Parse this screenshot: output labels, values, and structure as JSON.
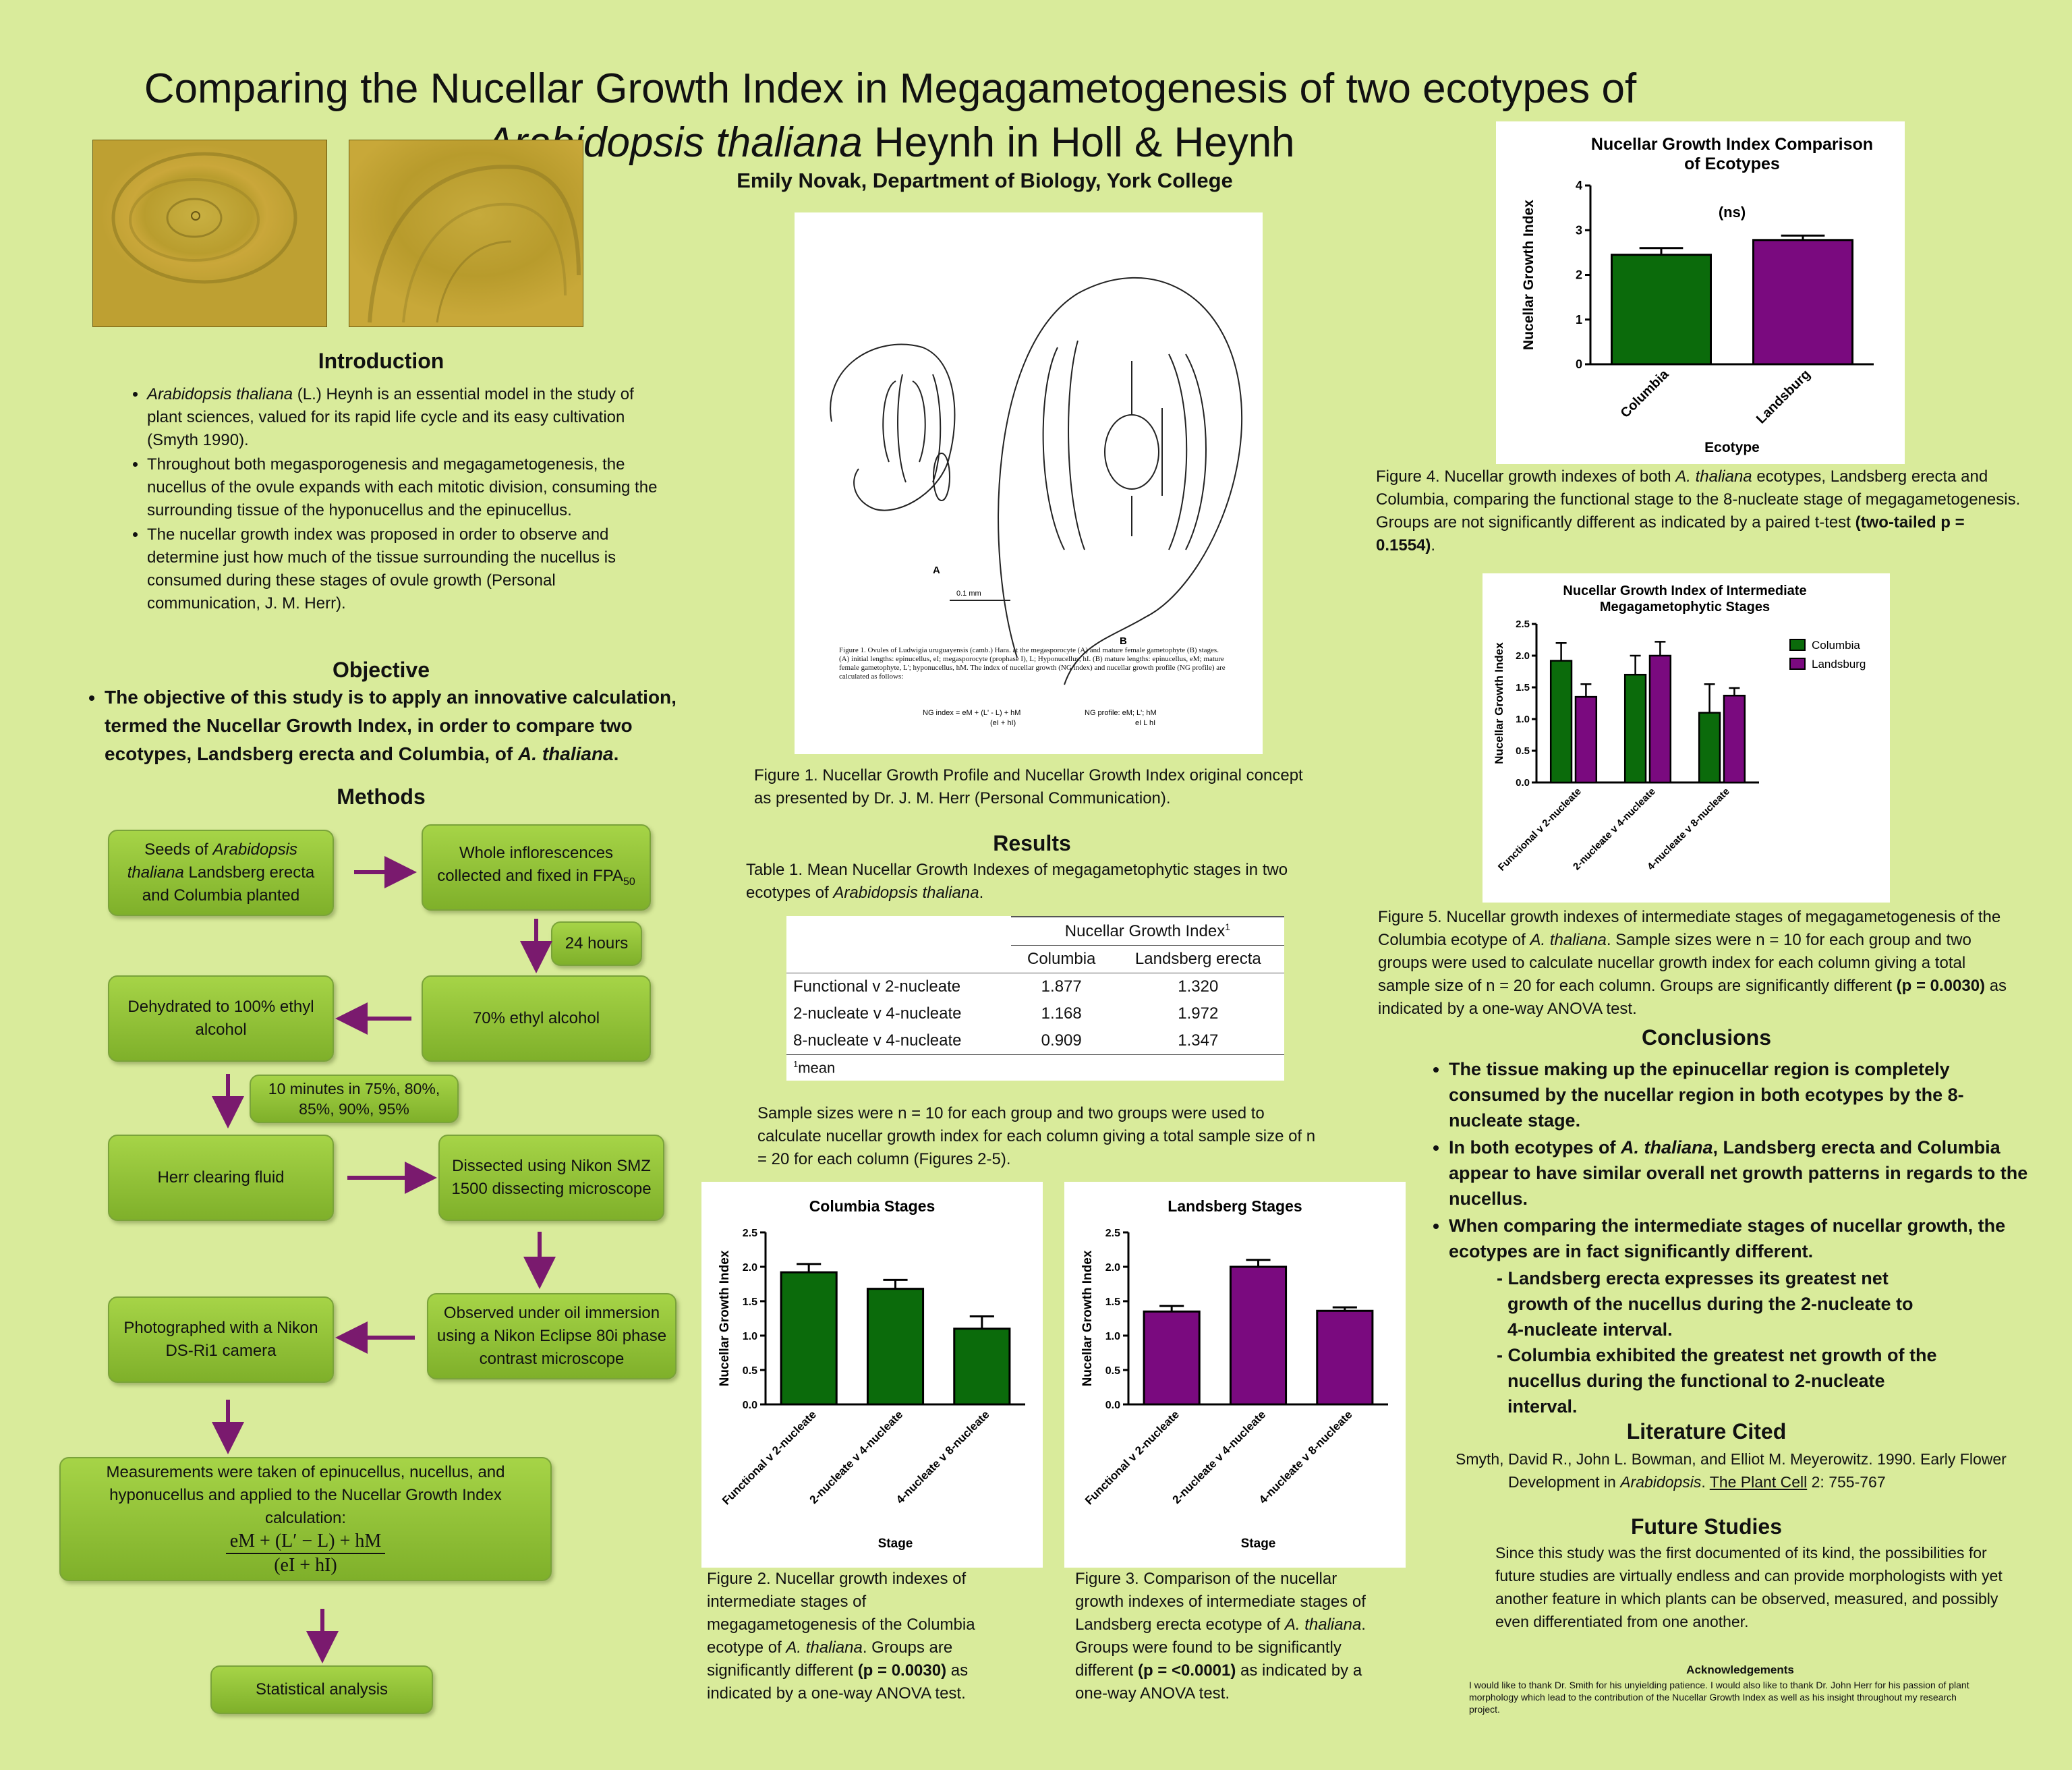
{
  "title": {
    "line1": "Comparing the Nucellar Growth Index in Megagametogenesis of two ecotypes of",
    "line2_italic": "Arabidopsis thaliana",
    "line2_rest": " Heynh in Holl & Heynh"
  },
  "author": "Emily Novak, Department of Biology, York College",
  "intro": {
    "heading": "Introduction",
    "b1_italic": "Arabidopsis thaliana",
    "b1_rest": " (L.) Heynh is an essential model in the study of plant sciences, valued for its rapid life cycle and its easy cultivation (Smyth 1990).",
    "b2": "Throughout both megasporogenesis and megagametogenesis, the nucellus of the ovule expands with each mitotic division, consuming the surrounding tissue of the hyponucellus and the epinucellus.",
    "b3": "The nucellar growth index was proposed in order to observe and determine just how much of the tissue surrounding the nucellus is consumed during these stages of ovule growth (Personal communication, J. M. Herr)."
  },
  "objective": {
    "heading": "Objective",
    "text_a": "The objective of this study is to apply an innovative calculation, termed the Nucellar Growth Index, in order to compare two ecotypes, Landsberg erecta and Columbia, of ",
    "text_italic": "A. thaliana",
    "text_b": "."
  },
  "methods": {
    "heading": "Methods",
    "seeds_a": "Seeds of ",
    "seeds_i": "Arabidopsis thaliana",
    "seeds_b": " Landsberg erecta and Columbia planted",
    "inflor": "Whole inflorescences collected and fixed in FPA",
    "inflor_sub": "50",
    "hours": "24 hours",
    "ethyl70": "70% ethyl alcohol",
    "dehyd": "Dehydrated to 100% ethyl alcohol",
    "minutes": "10 minutes in 75%, 80%, 85%, 90%, 95%",
    "herr": "Herr clearing fluid",
    "dissect": "Dissected using Nikon SMZ 1500 dissecting microscope",
    "observed": "Observed under oil immersion using a Nikon Eclipse 80i phase contrast microscope",
    "photo": "Photographed with a Nikon DS-Ri1 camera",
    "measure": "Measurements were taken of epinucellus, nucellus, and hyponucellus and applied to the Nucellar Growth Index calculation:",
    "formula_num": "eM + (L′ − L) + hM",
    "formula_den": "(eI + hI)",
    "stats": "Statistical analysis"
  },
  "fig1": {
    "caption": "Figure 1. Nucellar Growth Profile and Nucellar Growth Index original concept as presented by Dr. J. M. Herr (Personal Communication).",
    "inner_caption": "Figure 1. Ovules of Ludwigia uruguayensis (camb.) Hara. at the megasporocyte (A) and mature female gametophyte (B) stages. (A) initial lengths: epinucellus, eI; megasporocyte (prophase I), L; Hyponucellus, hI. (B) mature lengths: epinucellus, eM; mature female gametophyte, L'; hyponucellus, hM. The index of nucellar growth (NG index) and nucellar growth profile (NG profile) are calculated as follows:",
    "ng_index": "NG index = eM + (L' - L) + hM",
    "ng_index_den": "(eI + hI)",
    "ng_profile": "NG profile: eM; L'; hM",
    "ng_profile_den": "eI   L   hI",
    "label_a": "A",
    "label_b": "B",
    "scale": "0.1 mm"
  },
  "results": {
    "heading": "Results",
    "table_caption_a": "Table 1. Mean Nucellar Growth Indexes of megagametophytic  stages in two ecotypes of ",
    "table_caption_i": "Arabidopsis  thaliana",
    "table_caption_b": ".",
    "table": {
      "group_header": "Nucellar Growth Index",
      "sup": "1",
      "col1": "Columbia",
      "col2": "Landsberg erecta",
      "rows": [
        {
          "label": "Functional v 2-nucleate",
          "c": "1.877",
          "l": "1.320"
        },
        {
          "label": "2-nucleate v 4-nucleate",
          "c": "1.168",
          "l": "1.972"
        },
        {
          "label": "8-nucleate v 4-nucleate",
          "c": "0.909",
          "l": "1.347"
        }
      ],
      "footnote_sup": "1",
      "footnote": "mean"
    },
    "sample_text": "Sample sizes were n = 10 for each group and two groups were used to calculate nucellar growth index for each column giving a total sample size of n = 20 for each column (Figures 2-5)."
  },
  "fig2": {
    "caption_a": "Figure 2. Nucellar growth indexes of intermediate stages of megagametogenesis  of the Columbia ecotype of ",
    "caption_i": "A. thaliana",
    "caption_b": ". Groups are significantly different ",
    "caption_bold": "(p = 0.0030)",
    "caption_c": " as indicated by a one-way ANOVA test."
  },
  "fig3": {
    "caption_a": "Figure 3. Comparison of the nucellar growth indexes of intermediate stages of Landsberg erecta ecotype of ",
    "caption_i": "A. thaliana",
    "caption_b": ".  Groups were found to be significantly different ",
    "caption_bold": "(p = <0.0001)",
    "caption_c": " as indicated by a one-way ANOVA test."
  },
  "fig4": {
    "caption_a": "Figure 4. Nucellar growth indexes of both ",
    "caption_i": "A. thaliana",
    "caption_b": " ecotypes, Landsberg erecta and Columbia, comparing the functional stage to the 8-nucleate stage of megagametogenesis.  Groups are not significantly different as indicated by a paired t-test ",
    "caption_bold": "(two-tailed p = 0.1554)",
    "caption_c": "."
  },
  "fig5": {
    "caption_a": "Figure 5. Nucellar growth indexes of intermediate stages of megagametogenesis of the Columbia ecotype of ",
    "caption_i": "A. thaliana",
    "caption_b": ".  Sample sizes were n = 10 for each group and two groups were used to calculate nucellar growth index for each column giving a total sample size of n = 20 for each column. Groups are significantly different ",
    "caption_bold": "(p = 0.0030)",
    "caption_c": " as indicated by a one-way ANOVA test."
  },
  "conclusions": {
    "heading": "Conclusions",
    "b1": "The tissue making up the epinucellar region is completely consumed by the nucellar region in both ecotypes by the 8-nucleate stage.",
    "b2_a": "In both ecotypes of ",
    "b2_i": "A. thaliana",
    "b2_b": ", Landsberg erecta and Columbia appear to have similar overall net growth patterns in regards to the nucellus.",
    "b3": "When comparing the intermediate stages of nucellar growth, the ecotypes are in fact significantly different.",
    "sub1": "- Landsberg erecta expresses its greatest net growth of the nucellus during the 2-nucleate to 4-nucleate interval.",
    "sub2": "- Columbia exhibited the greatest net growth of the nucellus during the functional to 2-nucleate interval."
  },
  "literature": {
    "heading": "Literature Cited",
    "a": "Smyth, David R., John L. Bowman, and Elliot M. Meyerowitz. 1990. Early  Flower Development in ",
    "i": "Arabidopsis",
    "b": ".  ",
    "u": "The Plant Cell",
    "c": " 2: 755-767"
  },
  "future": {
    "heading": "Future Studies",
    "text": "Since this study was the first documented of its kind, the possibilities for future studies are virtually endless and can provide morphologists with yet another feature in which plants can be observed, measured, and possibly even differentiated from one another."
  },
  "ack": {
    "heading": "Acknowledgements",
    "text": "I would like to thank Dr. Smith for his unyielding patience. I would also like to thank Dr. John Herr for his passion of plant morphology which lead to the contribution of the  Nucellar Growth Index as well as his insight throughout my research project."
  },
  "colors": {
    "columbia": "#0b6b0b",
    "landsberg": "#7a0a7f",
    "background": "#d9eb9b",
    "arrow": "#7a1a6e"
  },
  "chart_data": [
    {
      "id": "fig4",
      "type": "bar",
      "title": "Nucellar Growth Index Comparison of Ecotypes",
      "annotation": "(ns)",
      "categories": [
        "Columbia",
        "Landsburg"
      ],
      "values": [
        2.45,
        2.78
      ],
      "errors": [
        0.15,
        0.1
      ],
      "xlabel": "Ecotype",
      "ylabel": "Nucellar Growth Index",
      "ylim": [
        0,
        4
      ],
      "yticks": [
        "0",
        "1",
        "2",
        "3",
        "4"
      ]
    },
    {
      "id": "fig5",
      "type": "bar",
      "title": "Nucellar Growth Index of Intermediate Megagametophytic Stages",
      "categories": [
        "Functional v 2-nucleate",
        "2-nucleate v 4-nucleate",
        "4-nucleate v 8-nucleate"
      ],
      "series": [
        {
          "name": "Columbia",
          "values": [
            1.92,
            1.7,
            1.1
          ],
          "errors": [
            0.28,
            0.3,
            0.45
          ]
        },
        {
          "name": "Landsburg",
          "values": [
            1.35,
            2.0,
            1.37
          ],
          "errors": [
            0.2,
            0.22,
            0.12
          ]
        }
      ],
      "ylabel": "Nucellar Growth Index",
      "ylim": [
        0,
        2.5
      ],
      "yticks": [
        "0.0",
        "0.5",
        "1.0",
        "1.5",
        "2.0",
        "2.5"
      ],
      "legend": "right"
    },
    {
      "id": "fig2",
      "type": "bar",
      "title": "Columbia Stages",
      "categories": [
        "Functional v 2-nucleate",
        "2-nucleate v 4-nucleate",
        "4-nucleate v 8-nucleate"
      ],
      "values": [
        1.92,
        1.68,
        1.1
      ],
      "errors": [
        0.12,
        0.13,
        0.18
      ],
      "xlabel": "Stage",
      "ylabel": "Nucellar Growth Index",
      "ylim": [
        0,
        2.5
      ],
      "yticks": [
        "0.0",
        "0.5",
        "1.0",
        "1.5",
        "2.0",
        "2.5"
      ]
    },
    {
      "id": "fig3",
      "type": "bar",
      "title": "Landsberg Stages",
      "categories": [
        "Functional v 2-nucleate",
        "2-nucleate v 4-nucleate",
        "4-nucleate v 8-nucleate"
      ],
      "values": [
        1.35,
        2.0,
        1.36
      ],
      "errors": [
        0.08,
        0.1,
        0.05
      ],
      "xlabel": "Stage",
      "ylabel": "Nucellar Growth Index",
      "ylim": [
        0,
        2.5
      ],
      "yticks": [
        "0.0",
        "0.5",
        "1.0",
        "1.5",
        "2.0",
        "2.5"
      ]
    }
  ]
}
